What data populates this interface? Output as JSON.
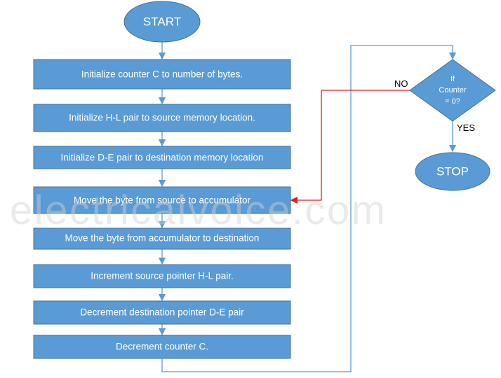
{
  "colors": {
    "shape_fill": "#5b9bd5",
    "shape_border": "#41719c",
    "connector": "#5b9bd5",
    "no_branch": "#e02020"
  },
  "start": "START",
  "steps": [
    "Initialize counter C to number of bytes.",
    "Initialize H-L pair to source memory location.",
    "Initialize D-E pair to destination memory location",
    "Move the byte from source to accumulator",
    "Move the byte from accumulator to destination",
    "Increment source pointer H-L pair.",
    "Decrement destination pointer D-E pair",
    "Decrement counter C."
  ],
  "decision": {
    "line1": "If",
    "line2": "Counter",
    "line3": "= 0?",
    "no_label": "NO",
    "yes_label": "YES"
  },
  "stop": "STOP",
  "watermark": "electricalvoice.com"
}
